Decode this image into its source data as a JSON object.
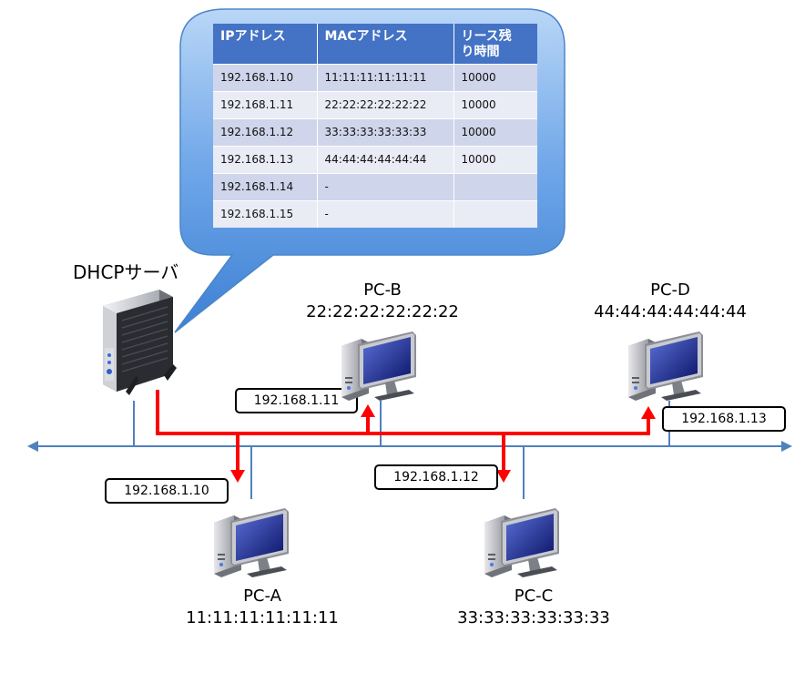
{
  "lease_table": {
    "headers": {
      "ip": "IPアドレス",
      "mac": "MACアドレス",
      "lease_line1": "リース残",
      "lease_line2": "り時間"
    },
    "rows": [
      {
        "ip": "192.168.1.10",
        "mac": "11:11:11:11:11:11",
        "lease": "10000"
      },
      {
        "ip": "192.168.1.11",
        "mac": "22:22:22:22:22:22",
        "lease": "10000"
      },
      {
        "ip": "192.168.1.12",
        "mac": "33:33:33:33:33:33",
        "lease": "10000"
      },
      {
        "ip": "192.168.1.13",
        "mac": "44:44:44:44:44:44",
        "lease": "10000"
      },
      {
        "ip": "192.168.1.14",
        "mac": "-",
        "lease": ""
      },
      {
        "ip": "192.168.1.15",
        "mac": "-",
        "lease": ""
      }
    ]
  },
  "server": {
    "label": "DHCPサーバ"
  },
  "pcs": {
    "pc_a": {
      "name": "PC-A",
      "mac": "11:11:11:11:11:11",
      "ip": "192.168.1.10"
    },
    "pc_b": {
      "name": "PC-B",
      "mac": "22:22:22:22:22:22",
      "ip": "192.168.1.11"
    },
    "pc_c": {
      "name": "PC-C",
      "mac": "33:33:33:33:33:33",
      "ip": "192.168.1.12"
    },
    "pc_d": {
      "name": "PC-D",
      "mac": "44:44:44:44:44:44",
      "ip": "192.168.1.13"
    }
  },
  "colors": {
    "bubble": "#6ea6e8",
    "network_line": "#4f81bd",
    "lease_path": "#ff0000",
    "table_header": "#4472c4"
  }
}
